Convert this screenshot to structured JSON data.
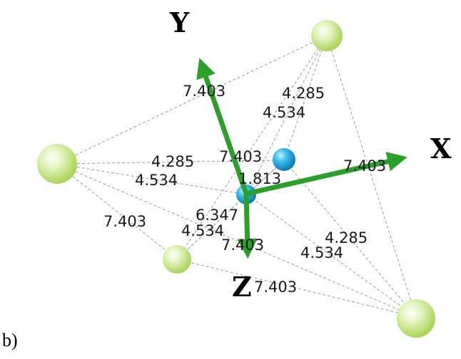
{
  "panel_label": "b)",
  "axes": {
    "x": "X",
    "y": "Y",
    "z": "Z"
  },
  "distances": {
    "d1": "7.403",
    "d2": "4.285",
    "d3": "4.534",
    "d4": "4.285",
    "d5": "7.403",
    "d6": "7.403",
    "d7": "1.813",
    "d8": "4.534",
    "d9": "7.403",
    "d10": "6.347",
    "d11": "4.534",
    "d12": "7.403",
    "d13": "4.285",
    "d14": "4.534",
    "d15": "7.403"
  },
  "colors": {
    "outer_atom": "#c8e888",
    "inner_atom": "#2fb4ec",
    "axis_arrow": "#2aa02a",
    "bond_line": "#9a9a9a"
  }
}
